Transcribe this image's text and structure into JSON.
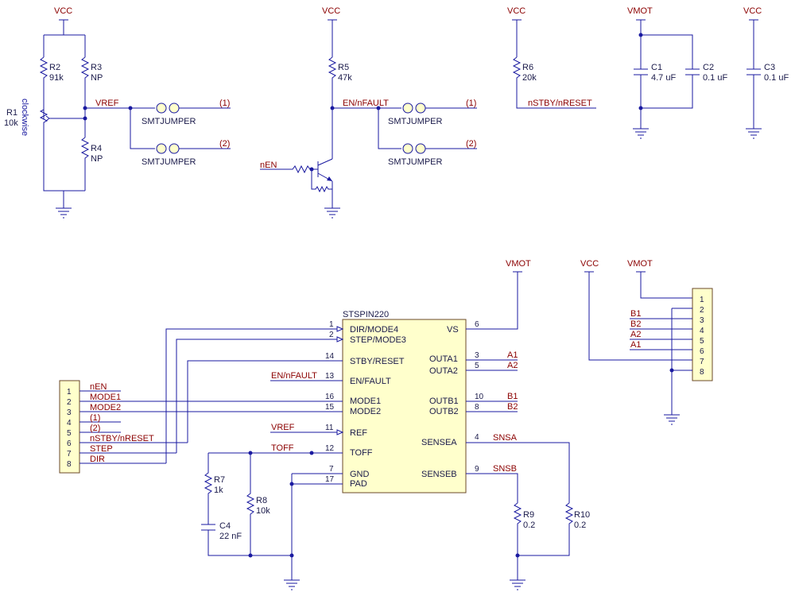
{
  "power": {
    "vcc": "VCC",
    "vmot": "VMOT"
  },
  "resistors": {
    "r1": {
      "ref": "R1",
      "value": "10k",
      "note": "clockwise"
    },
    "r2": {
      "ref": "R2",
      "value": "91k"
    },
    "r3": {
      "ref": "R3",
      "value": "NP"
    },
    "r4": {
      "ref": "R4",
      "value": "NP"
    },
    "r5": {
      "ref": "R5",
      "value": "47k"
    },
    "r6": {
      "ref": "R6",
      "value": "20k"
    },
    "r7": {
      "ref": "R7",
      "value": "1k"
    },
    "r8": {
      "ref": "R8",
      "value": "10k"
    },
    "r9": {
      "ref": "R9",
      "value": "0.2"
    },
    "r10": {
      "ref": "R10",
      "value": "0.2"
    }
  },
  "capacitors": {
    "c1": {
      "ref": "C1",
      "value": "4.7 uF"
    },
    "c2": {
      "ref": "C2",
      "value": "0.1 uF"
    },
    "c3": {
      "ref": "C3",
      "value": "0.1 uF"
    },
    "c4": {
      "ref": "C4",
      "value": "22 nF"
    }
  },
  "jumper_label": "SMTJUMPER",
  "nets": {
    "vref": "VREF",
    "en_nfault": "EN/nFAULT",
    "nen": "nEN",
    "nstby": "nSTBY/nRESET",
    "j1": "(1)",
    "j2": "(2)",
    "toff": "TOFF",
    "snsa": "SNSA",
    "snsb": "SNSB",
    "a1": "A1",
    "a2": "A2",
    "b1": "B1",
    "b2": "B2",
    "mode1": "MODE1",
    "mode2": "MODE2",
    "step": "STEP",
    "dir": "DIR"
  },
  "ic": {
    "name": "STSPIN220",
    "left_pins": [
      {
        "num": "1",
        "name": "DIR/MODE4"
      },
      {
        "num": "2",
        "name": "STEP/MODE3"
      },
      {
        "num": "14",
        "name": "STBY/RESET"
      },
      {
        "num": "13",
        "name": "EN/FAULT"
      },
      {
        "num": "16",
        "name": "MODE1"
      },
      {
        "num": "15",
        "name": "MODE2"
      },
      {
        "num": "11",
        "name": "REF"
      },
      {
        "num": "12",
        "name": "TOFF"
      },
      {
        "num": "7",
        "name": "GND"
      },
      {
        "num": "17",
        "name": "PAD"
      }
    ],
    "right_pins": [
      {
        "num": "6",
        "name": "VS"
      },
      {
        "num": "3",
        "name": "OUTA1"
      },
      {
        "num": "5",
        "name": "OUTA2"
      },
      {
        "num": "10",
        "name": "OUTB1"
      },
      {
        "num": "8",
        "name": "OUTB2"
      },
      {
        "num": "4",
        "name": "SENSEA"
      },
      {
        "num": "9",
        "name": "SENSEB"
      }
    ]
  },
  "left_header": {
    "pins": [
      "1",
      "2",
      "3",
      "4",
      "5",
      "6",
      "7",
      "8"
    ],
    "nets": [
      "nEN",
      "MODE1",
      "MODE2",
      "(1)",
      "(2)",
      "nSTBY/nRESET",
      "STEP",
      "DIR"
    ]
  },
  "right_header": {
    "pins": [
      "1",
      "2",
      "3",
      "4",
      "5",
      "6",
      "7",
      "8"
    ],
    "nets": [
      "B1",
      "B2",
      "A2",
      "A1"
    ]
  }
}
